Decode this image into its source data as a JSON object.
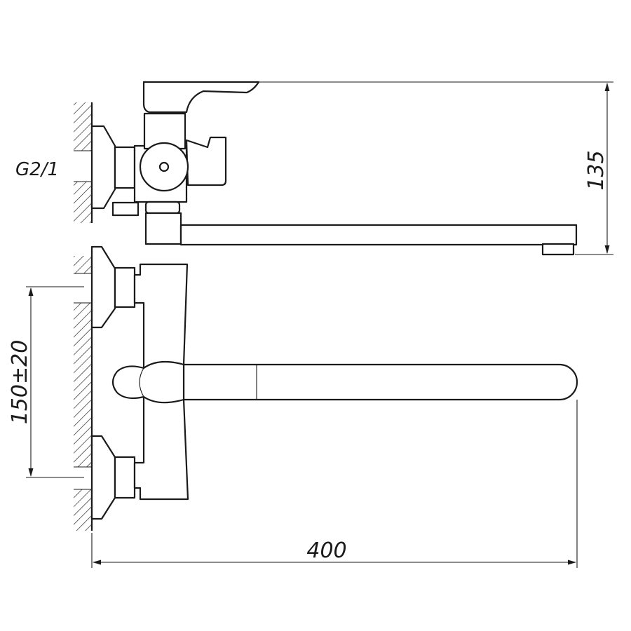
{
  "drawing": {
    "colors": {
      "line": "#1a1a1a",
      "background": "#ffffff"
    },
    "dimensions": {
      "thread": "G2/1",
      "height": "135",
      "centers": "150±20",
      "length": "400"
    }
  }
}
